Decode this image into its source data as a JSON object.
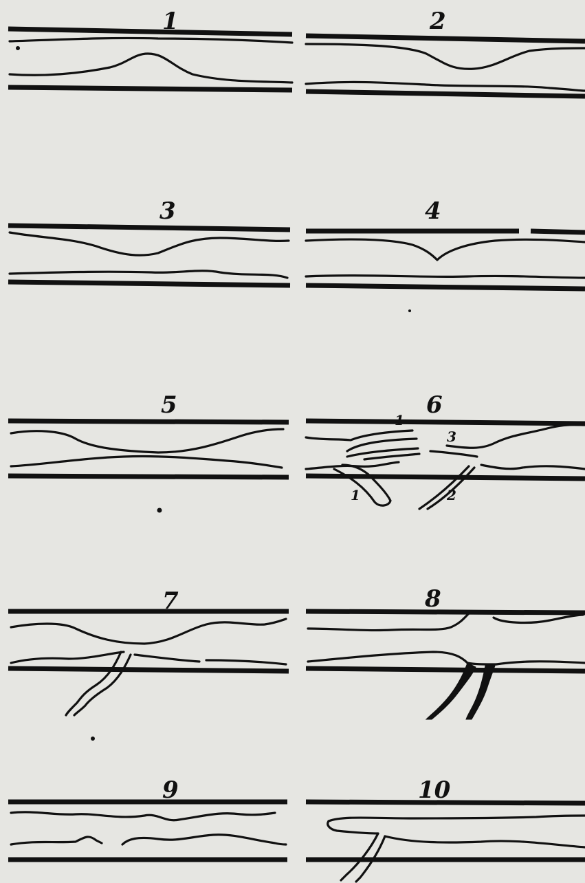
{
  "plate": {
    "background_color": "#e6e6e2",
    "ink_color": "#111111",
    "figures": [
      {
        "number": "1"
      },
      {
        "number": "2"
      },
      {
        "number": "3"
      },
      {
        "number": "4"
      },
      {
        "number": "5"
      },
      {
        "number": "6",
        "markers": [
          "1",
          "3",
          "1",
          "2"
        ]
      },
      {
        "number": "7"
      },
      {
        "number": "8"
      },
      {
        "number": "9"
      },
      {
        "number": "10"
      }
    ]
  }
}
